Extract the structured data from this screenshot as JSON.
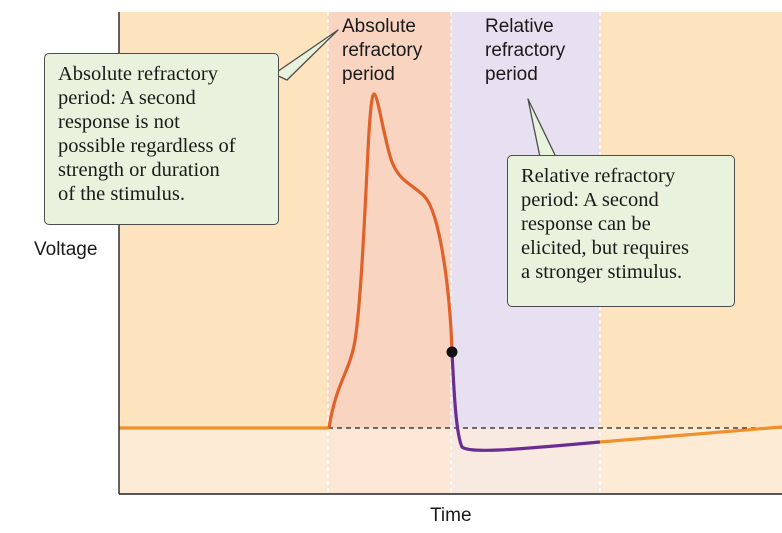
{
  "colors": {
    "background_outer": "#fde3be",
    "absolute_band": "#f8d4c1",
    "relative_band": "#e6e0f0",
    "baseline_tint": "#fdeedc",
    "trace_orange": "#f0902a",
    "trace_spike": "#e0622a",
    "trace_purple": "#6a2d91",
    "callout_fill": "#e8f2dc"
  },
  "labels": {
    "absolute_header": "Absolute\nrefractory\nperiod",
    "relative_header": "Relative\nrefractory\nperiod",
    "absolute_callout": "Absolute refractory\nperiod: A second\nresponse is not\npossible regardless of\nstrength or duration\nof the stimulus.",
    "relative_callout": "Relative refractory\nperiod: A second\nresponse can be\nelicited, but requires\na stronger stimulus.",
    "y_axis": "Voltage",
    "x_axis": "Time"
  }
}
